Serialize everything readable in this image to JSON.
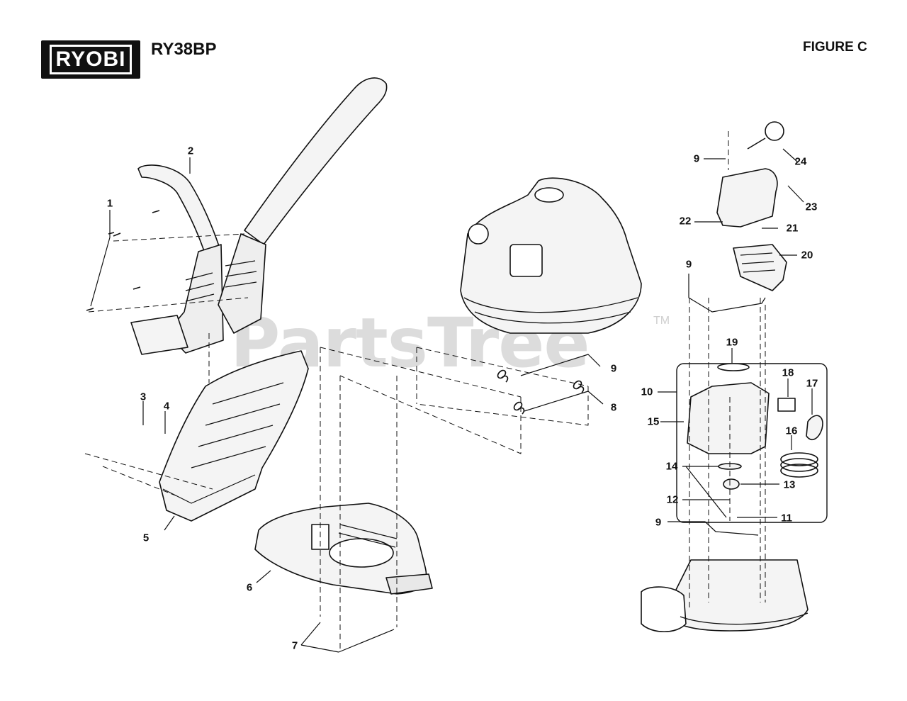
{
  "header": {
    "brand": "RYOBI",
    "model": "RY38BP",
    "figure": "FIGURE C"
  },
  "watermark": {
    "text": "PartsTree",
    "trademark": "TM"
  },
  "callouts": [
    {
      "id": "c1",
      "label": "1"
    },
    {
      "id": "c2",
      "label": "2"
    },
    {
      "id": "c3",
      "label": "3"
    },
    {
      "id": "c4",
      "label": "4"
    },
    {
      "id": "c5",
      "label": "5"
    },
    {
      "id": "c6",
      "label": "6"
    },
    {
      "id": "c7",
      "label": "7"
    },
    {
      "id": "c8",
      "label": "8"
    },
    {
      "id": "c9a",
      "label": "9"
    },
    {
      "id": "c9b",
      "label": "9"
    },
    {
      "id": "c9c",
      "label": "9"
    },
    {
      "id": "c9d",
      "label": "9"
    },
    {
      "id": "c10",
      "label": "10"
    },
    {
      "id": "c11",
      "label": "11"
    },
    {
      "id": "c12",
      "label": "12"
    },
    {
      "id": "c13",
      "label": "13"
    },
    {
      "id": "c14",
      "label": "14"
    },
    {
      "id": "c15",
      "label": "15"
    },
    {
      "id": "c16",
      "label": "16"
    },
    {
      "id": "c17",
      "label": "17"
    },
    {
      "id": "c18",
      "label": "18"
    },
    {
      "id": "c19",
      "label": "19"
    },
    {
      "id": "c20",
      "label": "20"
    },
    {
      "id": "c21",
      "label": "21"
    },
    {
      "id": "c22",
      "label": "22"
    },
    {
      "id": "c23",
      "label": "23"
    },
    {
      "id": "c24",
      "label": "24"
    }
  ],
  "colors": {
    "ink": "#111111",
    "watermark": "#dcdcdc",
    "part_fill": "#f4f4f4"
  }
}
